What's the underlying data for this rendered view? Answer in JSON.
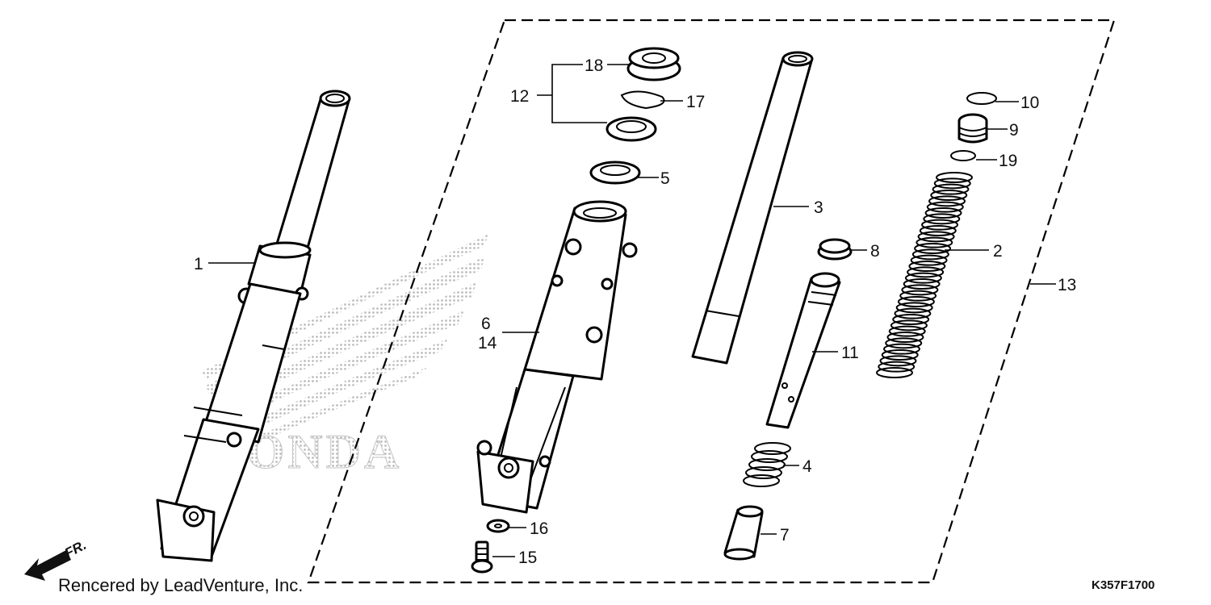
{
  "diagram": {
    "credit_text": "Rencered by LeadVenture, Inc.",
    "diagram_code": "K357F1700",
    "direction_label": "FR.",
    "watermark_text": "HONDA",
    "colors": {
      "line": "#000000",
      "watermark": "#cfcfcf",
      "background": "#ffffff"
    },
    "callouts": [
      {
        "id": "c1",
        "label": "1"
      },
      {
        "id": "c2",
        "label": "2"
      },
      {
        "id": "c3",
        "label": "3"
      },
      {
        "id": "c4",
        "label": "4"
      },
      {
        "id": "c5",
        "label": "5"
      },
      {
        "id": "c6",
        "label": "6"
      },
      {
        "id": "c14",
        "label": "14"
      },
      {
        "id": "c7",
        "label": "7"
      },
      {
        "id": "c8",
        "label": "8"
      },
      {
        "id": "c9",
        "label": "9"
      },
      {
        "id": "c10",
        "label": "10"
      },
      {
        "id": "c11",
        "label": "11"
      },
      {
        "id": "c12",
        "label": "12"
      },
      {
        "id": "c13",
        "label": "13"
      },
      {
        "id": "c15",
        "label": "15"
      },
      {
        "id": "c16",
        "label": "16"
      },
      {
        "id": "c17",
        "label": "17"
      },
      {
        "id": "c18",
        "label": "18"
      },
      {
        "id": "c19",
        "label": "19"
      }
    ]
  }
}
